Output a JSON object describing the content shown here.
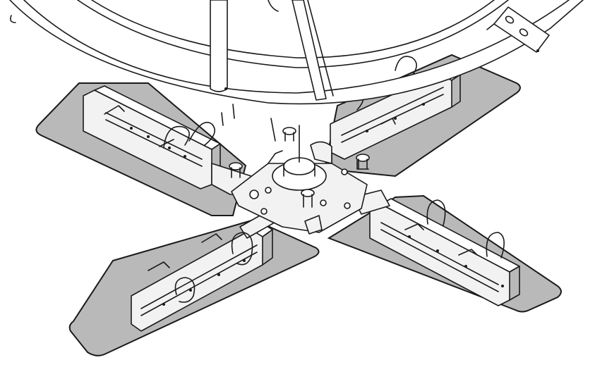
{
  "colors": {
    "ink": "#1a1a1a",
    "plate": "#b9b9b9",
    "metal": "#f2f2f2",
    "background": "#ffffff"
  },
  "parts": {
    "ring": "circular-frame",
    "hub": "center-hub",
    "arms": [
      "arm-back-left",
      "arm-back-right",
      "arm-front-left",
      "arm-front-right"
    ],
    "feet": [
      "foot-plate-back-left",
      "foot-plate-back-right",
      "foot-plate-front-left",
      "foot-plate-front-right"
    ]
  }
}
